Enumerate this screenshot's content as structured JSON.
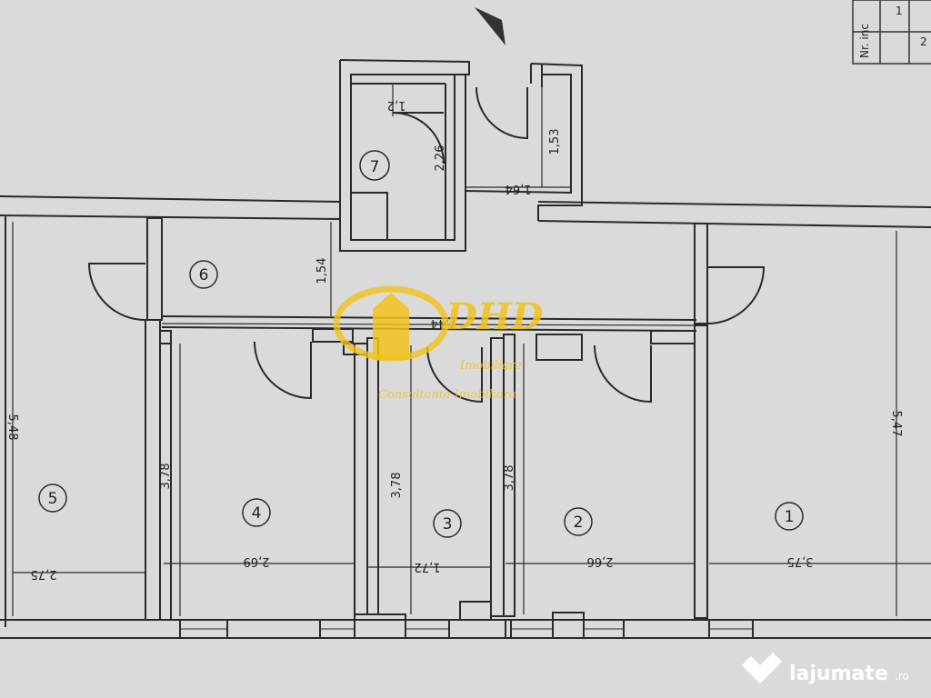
{
  "rooms": [
    {
      "id": "room-1",
      "label": "1"
    },
    {
      "id": "room-2",
      "label": "2"
    },
    {
      "id": "room-3",
      "label": "3"
    },
    {
      "id": "room-4",
      "label": "4"
    },
    {
      "id": "room-5",
      "label": "5"
    },
    {
      "id": "room-6",
      "label": "6"
    },
    {
      "id": "room-7",
      "label": "7"
    }
  ],
  "dimensions": {
    "d548": "5,48",
    "d547": "5,47",
    "d378a": "3,78",
    "d378b": "3,78",
    "d378c": "3,78",
    "d275": "2,75",
    "d269": "2,69",
    "d172": "1,72",
    "d266": "2,66",
    "d375": "3,75",
    "d154": "1,54",
    "d744": "7,44",
    "d12": "1,2",
    "d226": "2,26",
    "d153": "1,53",
    "d164": "1,64"
  },
  "table": {
    "header": "Nr. inc",
    "row1": "1",
    "row2": "2"
  },
  "watermark": {
    "logo": "DHD",
    "line1": "Imobiliare",
    "line2": "Consultanta Imobiliara"
  },
  "brand": {
    "name": "lajumate",
    "tld": ".ro"
  },
  "colors": {
    "wall": "#2a2a2a",
    "paper": "#dcdcdc",
    "watermark": "#f2c21b"
  }
}
